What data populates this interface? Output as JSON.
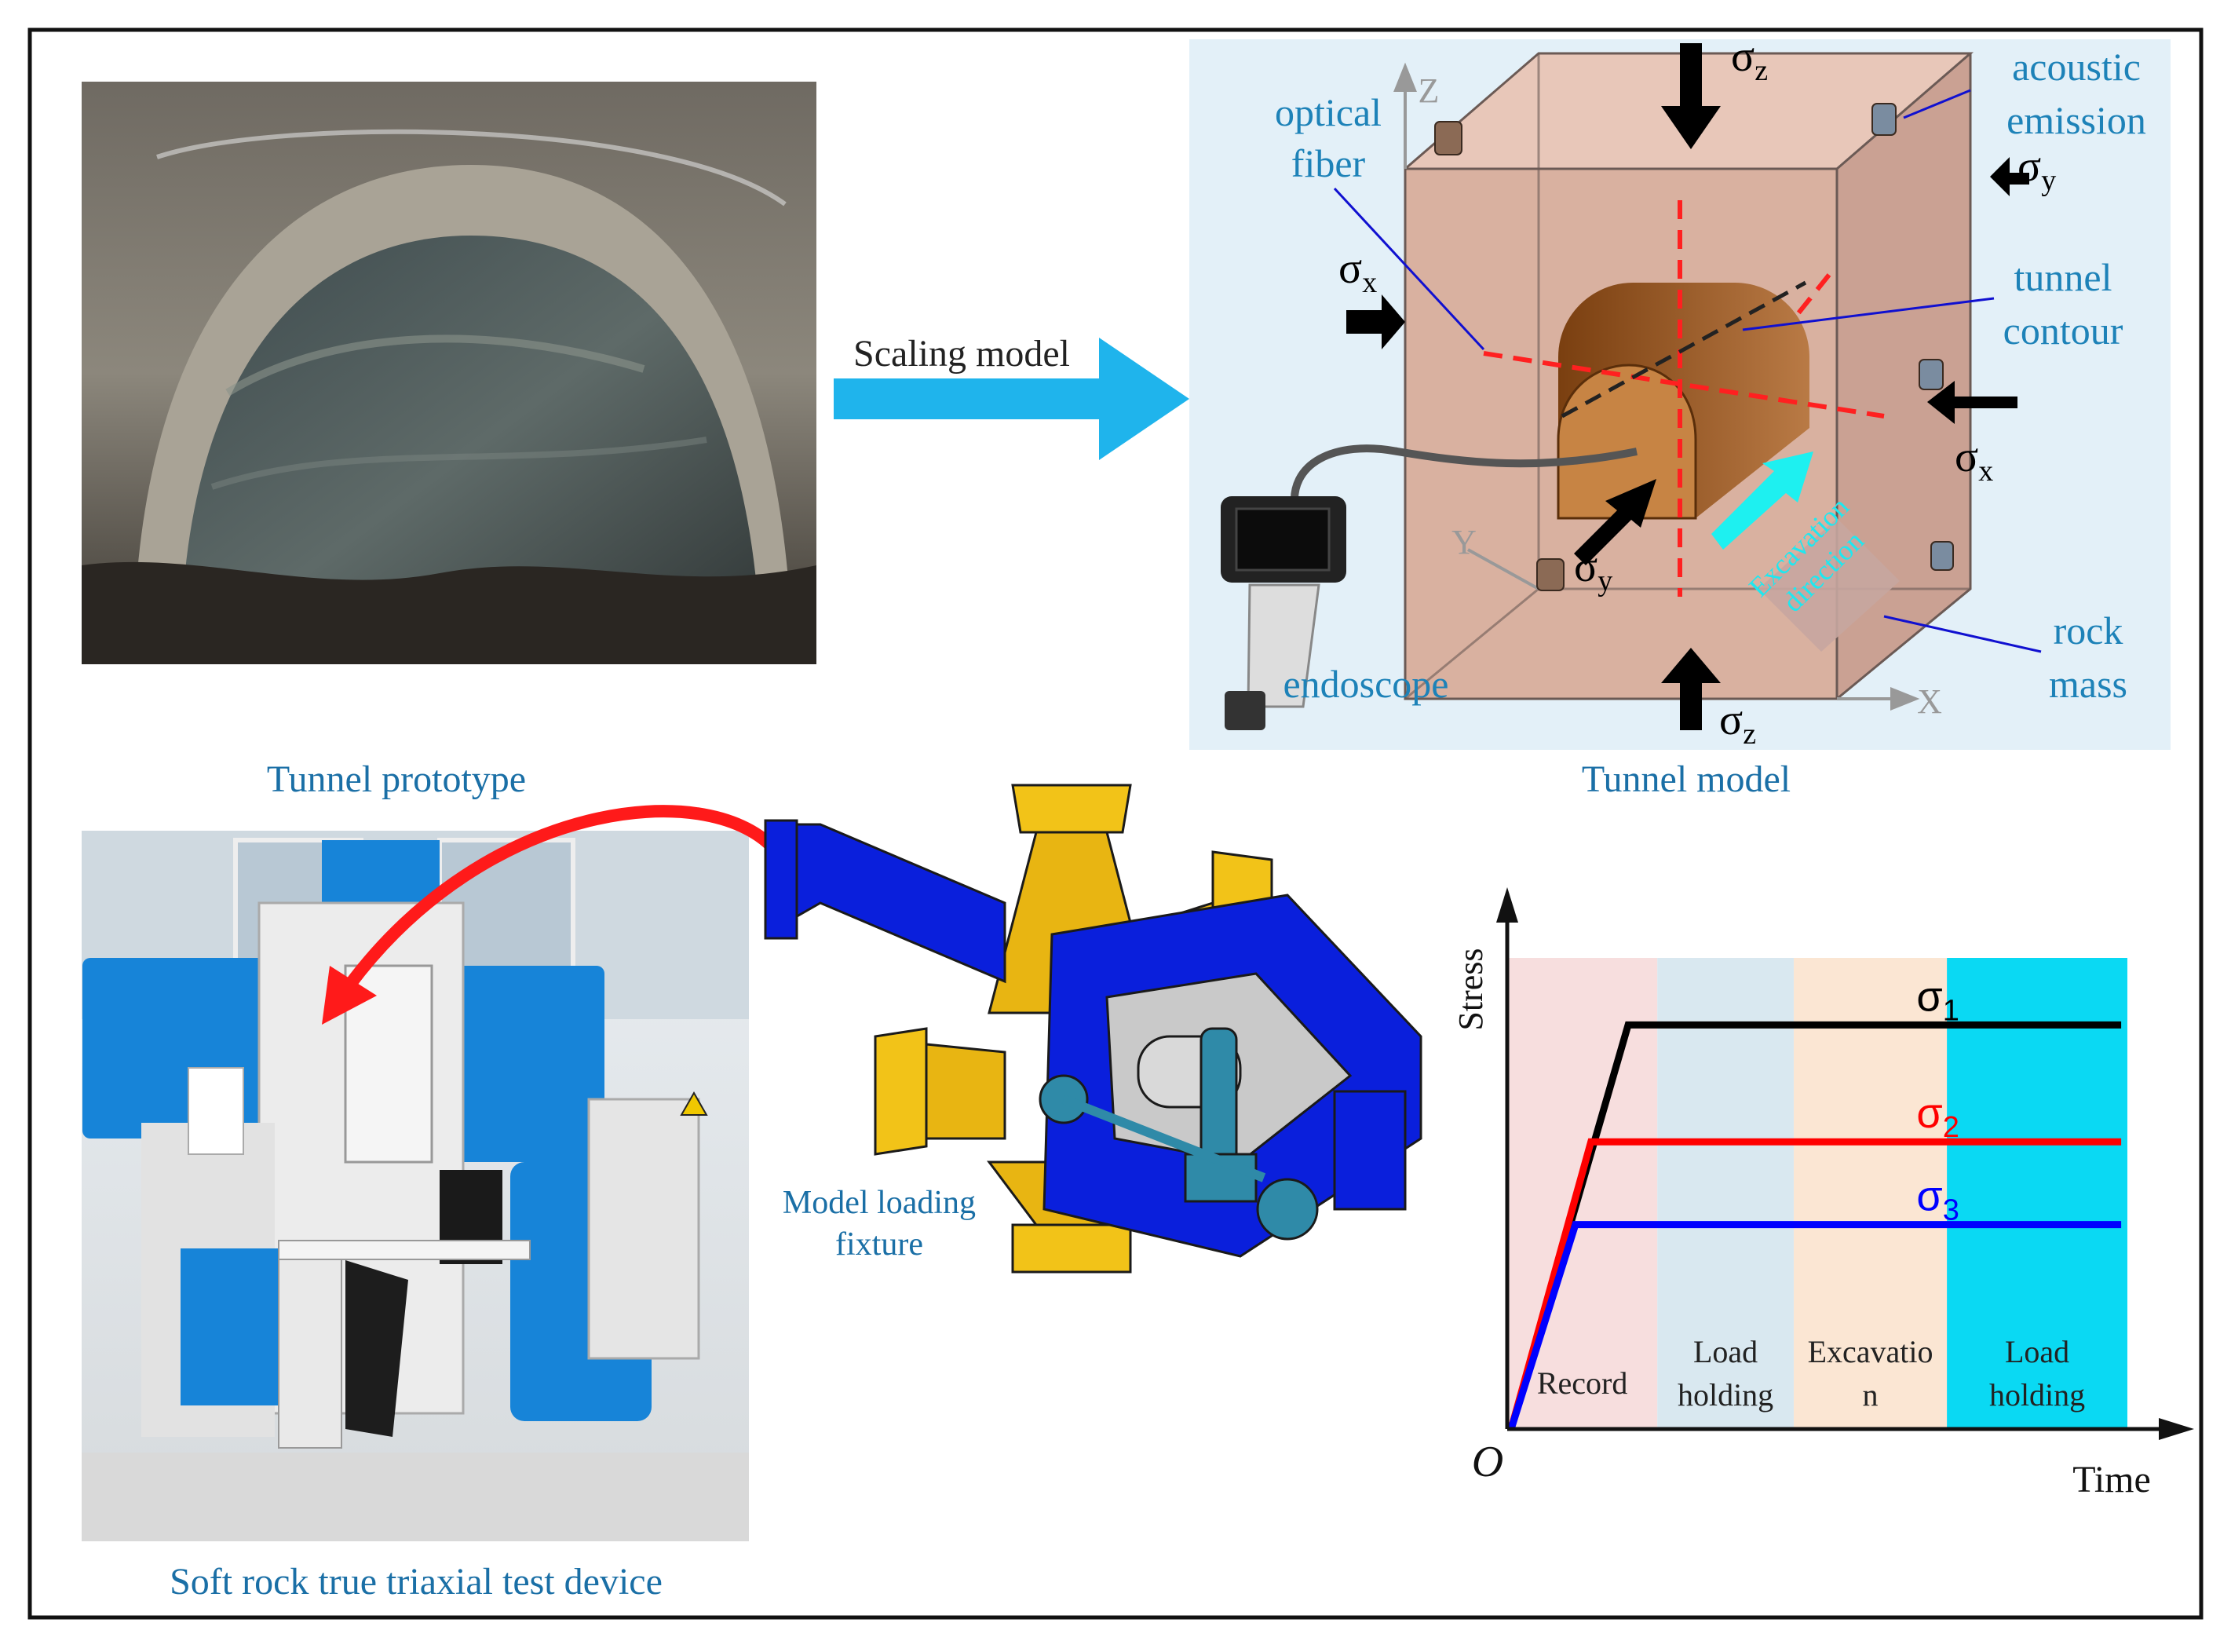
{
  "figure": {
    "arrow_label": "Scaling model",
    "prototype_caption": "Tunnel prototype",
    "model_caption": "Tunnel model",
    "device_caption": "Soft rock true triaxial test device",
    "fixture_label": [
      "Model loading",
      "fixture"
    ]
  },
  "model": {
    "labels": {
      "optical_fiber": [
        "optical",
        "fiber"
      ],
      "acoustic_emission": [
        "acoustic",
        "emission"
      ],
      "tunnel_contour": [
        "tunnel",
        "contour"
      ],
      "rock_mass": [
        "rock",
        "mass"
      ],
      "endoscope": "endoscope",
      "excavation_direction": [
        "Excavation",
        "direction"
      ]
    },
    "axes": {
      "x": "X",
      "y": "Y",
      "z": "Z"
    },
    "stresses": {
      "sigma": "σ",
      "sub_x": "x",
      "sub_y": "y",
      "sub_z": "z"
    }
  },
  "stress_chart": {
    "ylabel": "Stress",
    "xlabel": "Time",
    "origin": "O",
    "phases": [
      {
        "label": [
          "Record"
        ],
        "color": "#f7dede"
      },
      {
        "label": [
          "Load",
          "holding"
        ],
        "color": "#d9e8f0"
      },
      {
        "label": [
          "Excavatio",
          "n"
        ],
        "color": "#fbe6d3"
      },
      {
        "label": [
          "Load",
          "holding"
        ],
        "color": "#0ad9f3"
      }
    ],
    "series": [
      {
        "name": "σ1",
        "base": "σ",
        "sub": "1",
        "color": "#000000"
      },
      {
        "name": "σ2",
        "base": "σ",
        "sub": "2",
        "color": "#ff0000"
      },
      {
        "name": "σ3",
        "base": "σ",
        "sub": "3",
        "color": "#0000ff"
      }
    ]
  },
  "colors": {
    "caption_blue": "#1a6fa6",
    "arrow_cyan": "#1fb4ec",
    "panel_bg": "#e3f0f8",
    "rock_mass": "#d9b4a4",
    "tunnel": "#a0622d",
    "fixture_blue": "#0a1fdc",
    "fixture_yellow": "#f2c318"
  }
}
